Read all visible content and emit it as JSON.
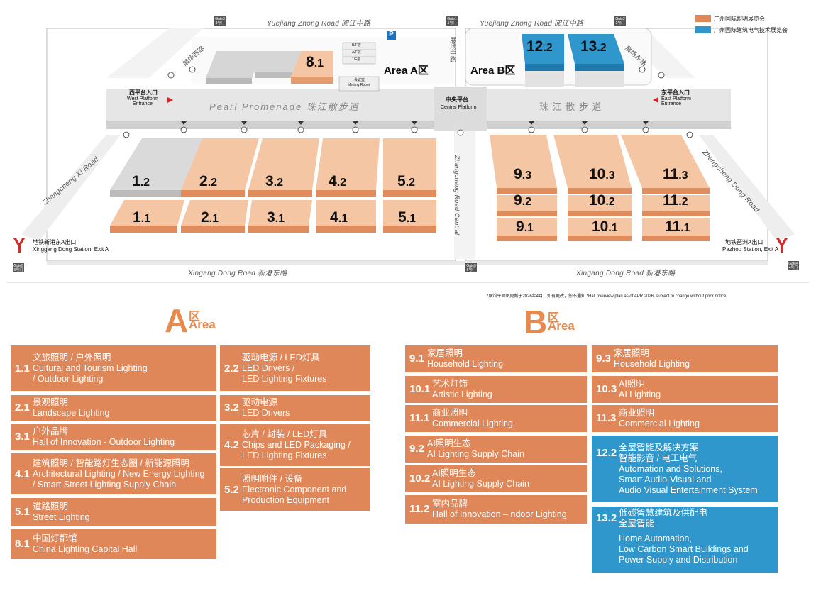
{
  "roads": {
    "top_left": "Yuejiang Zhong Road  阅江中路",
    "top_right": "Yuejiang Zhong Road  阅江中路",
    "promenade": "Pearl Promenade  珠江散步道",
    "promenade_right": "珠 江 散 步 道",
    "bottom_left": "Xingang Dong Road   新港东路",
    "bottom_right": "Xingang Dong Road   新港东路",
    "left_diag": "Zhangcheng Xi Road",
    "right_diag": "Zhangcheng Dong Road",
    "center_vertical_en": "Zhangchang Road Central",
    "center_vertical_zh": "展场中路",
    "left_top_zh": "展场西路",
    "right_top_zh": "展场东路"
  },
  "gates": [
    {
      "id": "gate3",
      "label": "Gate3\n3号门"
    },
    {
      "id": "gate1",
      "label": "Gate1\n1号门"
    },
    {
      "id": "gate2",
      "label": "Gate2\n2号门"
    },
    {
      "id": "gate6",
      "label": "Gate6\n6号门"
    },
    {
      "id": "gate5",
      "label": "Gate5\n5号门"
    },
    {
      "id": "gate4",
      "label": "Gate4\n4号门"
    }
  ],
  "map_labels": {
    "area_a": "Area A区",
    "area_b": "Area B区",
    "meeting_room_zh": "会议室",
    "meeting_room_en": "Metting Room",
    "floors": [
      "B/F层",
      "A/F层",
      "1/F层"
    ],
    "west_zh": "西平台入口",
    "west_en": "West Platform\nEntrance",
    "east_zh": "东平台入口",
    "east_en": "East Platform\nEntrance",
    "central_zh": "中央平台",
    "central_en": "Central Platform",
    "station_left_zh": "地铁新港东A出口",
    "station_left_en": "Xinggang Dong Station, Exit A",
    "station_right_zh": "地铁琶洲A出口",
    "station_right_en": "Pazhou Station, Exit A",
    "parking": "P"
  },
  "halls": [
    {
      "main": "8",
      "sub": ".1",
      "color": "orange"
    },
    {
      "main": "12",
      "sub": ".2",
      "color": "blue"
    },
    {
      "main": "13",
      "sub": ".2",
      "color": "blue"
    },
    {
      "main": "1",
      "sub": ".2",
      "color": "grey"
    },
    {
      "main": "2",
      "sub": ".2",
      "color": "orange"
    },
    {
      "main": "3",
      "sub": ".2",
      "color": "orange"
    },
    {
      "main": "4",
      "sub": ".2",
      "color": "orange"
    },
    {
      "main": "5",
      "sub": ".2",
      "color": "orange"
    },
    {
      "main": "1",
      "sub": ".1",
      "color": "orange"
    },
    {
      "main": "2",
      "sub": ".1",
      "color": "orange"
    },
    {
      "main": "3",
      "sub": ".1",
      "color": "orange"
    },
    {
      "main": "4",
      "sub": ".1",
      "color": "orange"
    },
    {
      "main": "5",
      "sub": ".1",
      "color": "orange"
    },
    {
      "main": "9",
      "sub": ".3",
      "color": "orange"
    },
    {
      "main": "10",
      "sub": ".3",
      "color": "orange"
    },
    {
      "main": "11",
      "sub": ".3",
      "color": "orange"
    },
    {
      "main": "9",
      "sub": ".2",
      "color": "orange"
    },
    {
      "main": "10",
      "sub": ".2",
      "color": "orange"
    },
    {
      "main": "11",
      "sub": ".2",
      "color": "orange"
    },
    {
      "main": "9",
      "sub": ".1",
      "color": "orange"
    },
    {
      "main": "10",
      "sub": ".1",
      "color": "orange"
    },
    {
      "main": "11",
      "sub": ".1",
      "color": "orange"
    }
  ],
  "legend": [
    {
      "label": "广州国际照明展览会",
      "color": "#e0875a"
    },
    {
      "label": "广州国际建筑电气技术展览会",
      "color": "#2f97cc"
    }
  ],
  "note": "*展馆平面图更新于2026年4月，如有更改，恕不通知   *Hall overview plan as of APR 2026, subject to change without prior notice",
  "area_a": {
    "letter": "A",
    "zh": "区",
    "en": "Area"
  },
  "area_b": {
    "letter": "B",
    "zh": "区",
    "en": "Area"
  },
  "boxes_a_left": [
    {
      "n": "1.1",
      "lines": [
        "文旅照明 / 户外照明",
        "Cultural and Tourism Lighting",
        "/ Outdoor Lighting"
      ]
    },
    {
      "n": "2.1",
      "lines": [
        "景观照明",
        "Landscape Lighting"
      ]
    },
    {
      "n": "3.1",
      "lines": [
        "户外品牌",
        "Hall of Innovation - Outdoor Lighting"
      ]
    },
    {
      "n": "4.1",
      "lines": [
        "建筑照明 / 智能路灯生态圈 / 新能源照明",
        "Architectural Lighting / New Energy Lighting",
        "/ Smart Street Lighting Supply Chain"
      ]
    },
    {
      "n": "5.1",
      "lines": [
        "道路照明",
        "Street Lighting"
      ]
    },
    {
      "n": "8.1",
      "lines": [
        "中国灯都馆",
        "China Lighting Capital Hall"
      ]
    }
  ],
  "boxes_a_right": [
    {
      "n": "2.2",
      "lines": [
        "驱动电源 / LED灯具",
        "LED Drivers /",
        "LED Lighting Fixtures"
      ]
    },
    {
      "n": "3.2",
      "lines": [
        "驱动电源",
        "LED Drivers"
      ]
    },
    {
      "n": "4.2",
      "lines": [
        "芯片 / 封装 / LED灯具",
        "Chips and LED Packaging /",
        "LED Lighting Fixtures"
      ]
    },
    {
      "n": "5.2",
      "lines": [
        "照明附件 / 设备",
        "Electronic Component and",
        "Production Equipment"
      ]
    }
  ],
  "boxes_b_left": [
    {
      "n": "9.1",
      "lines": [
        "家居照明",
        "Household Lighting"
      ]
    },
    {
      "n": "10.1",
      "lines": [
        "艺术灯饰",
        "Artistic Lighting"
      ]
    },
    {
      "n": "11.1",
      "lines": [
        "商业照明",
        "Commercial Lighting"
      ]
    },
    {
      "n": "9.2",
      "lines": [
        "AI照明生态",
        "AI Lighting Supply Chain"
      ]
    },
    {
      "n": "10.2",
      "lines": [
        "AI照明生态",
        "AI Lighting Supply Chain"
      ]
    },
    {
      "n": "11.2",
      "lines": [
        "室内品牌",
        "Hall of Innovation – ndoor Lighting"
      ]
    }
  ],
  "boxes_b_right": [
    {
      "n": "9.3",
      "lines": [
        "家居照明",
        "Household Lighting"
      ]
    },
    {
      "n": "10.3",
      "lines": [
        "AI照明",
        "AI Lighting"
      ]
    },
    {
      "n": "11.3",
      "lines": [
        "商业照明",
        "Commercial Lighting"
      ]
    },
    {
      "n": "12.2",
      "lines": [
        "全屋智能及解决方案",
        "智能影音 / 电工电气",
        "Automation and Solutions,",
        "Smart Audio-Visual and",
        "Audio Visual Entertainment System"
      ]
    },
    {
      "n": "13.2",
      "lines": [
        "低碳智慧建筑及供配电",
        "全屋智能",
        "",
        "Home Automation,",
        "Low Carbon Smart Buildings and",
        "Power Supply and Distribution"
      ]
    }
  ]
}
